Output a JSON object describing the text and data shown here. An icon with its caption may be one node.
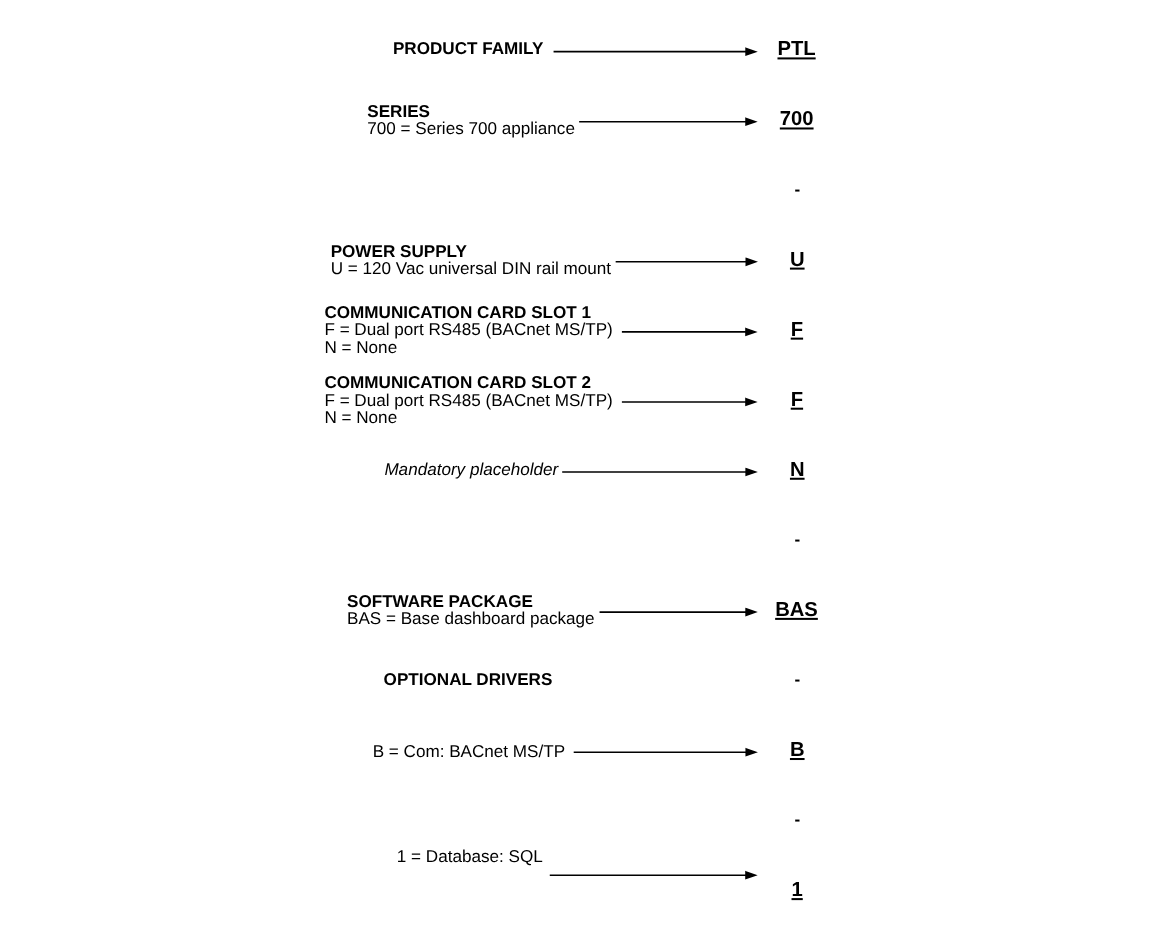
{
  "diagram": {
    "nodes": [
      {
        "text": [
          "PTL"
        ]
      },
      {
        "text": [
          "700"
        ]
      },
      {
        "text": [
          "U"
        ]
      },
      {
        "text": [
          "F"
        ]
      },
      {
        "text": [
          "F"
        ]
      },
      {
        "text": [
          "N"
        ]
      },
      {
        "text": [
          "BAS"
        ]
      },
      {
        "text": [
          "B"
        ]
      },
      {
        "text": [
          "1"
        ]
      },
      {
        "text": [
          "PRODUCT FAMILY"
        ]
      },
      {
        "text": [
          "SERIES",
          "700 = Series 700 appliance"
        ]
      },
      {
        "text": [
          "POWER SUPPLY",
          "U = 120 Vac universal DIN rail mount"
        ]
      },
      {
        "text": [
          "COMMUNICATION CARD SLOT 1",
          "F = Dual port RS485 (BACnet MS/TP)",
          "N = None"
        ]
      },
      {
        "text": [
          "COMMUNICATION CARD SLOT 2",
          "F = Dual port RS485 (BACnet MS/TP)",
          "N = None"
        ]
      },
      {
        "text": [
          "Mandatory placeholder"
        ]
      },
      {
        "text": [
          "SOFTWARE PACKAGE",
          "BAS = Base dashboard package"
        ]
      },
      {
        "text": [
          "B = Com: BACnet MS/TP"
        ]
      },
      {
        "text": [
          "1 = Database: SQL"
        ]
      }
    ],
    "edges": [
      {
        "from": 9,
        "to": 0,
        "arrow": "to"
      },
      {
        "from": 10,
        "to": 1,
        "arrow": "to"
      },
      {
        "from": 11,
        "to": 2,
        "arrow": "to"
      },
      {
        "from": 12,
        "to": 3,
        "arrow": "to"
      },
      {
        "from": 13,
        "to": 4,
        "arrow": "to"
      },
      {
        "from": 14,
        "to": 5,
        "arrow": "to"
      },
      {
        "from": 15,
        "to": 6,
        "arrow": "to"
      },
      {
        "from": 16,
        "to": 7,
        "arrow": "to"
      },
      {
        "from": 17,
        "to": 8,
        "arrow": "to"
      }
    ],
    "labels": [
      "-",
      "-",
      "-",
      "-",
      "OPTIONAL DRIVERS"
    ]
  }
}
